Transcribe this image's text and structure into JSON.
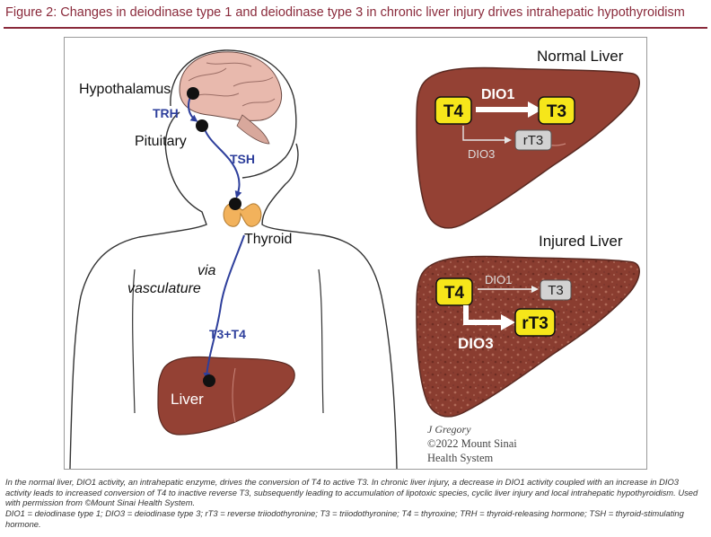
{
  "title": "Figure 2: Changes in deiodinase type 1 and deiodinase type 3 in chronic liver injury drives intrahepatic hypothyroidism",
  "body": {
    "hypothalamus": "Hypothalamus",
    "trh": "TRH",
    "pituitary": "Pituitary",
    "tsh": "TSH",
    "thyroid": "Thyroid",
    "via": "via",
    "vasculature": "vasculature",
    "t3_t4": "T3+T4",
    "liver": "Liver"
  },
  "normal_liver": {
    "heading": "Normal Liver",
    "t4": "T4",
    "dio1": "DIO1",
    "t3": "T3",
    "rt3": "rT3",
    "dio3": "DIO3"
  },
  "injured_liver": {
    "heading": "Injured Liver",
    "t4": "T4",
    "dio1": "DIO1",
    "t3": "T3",
    "rt3": "rT3",
    "dio3": "DIO3"
  },
  "credit": {
    "line1": "J Gregory",
    "line2": "©2022 Mount Sinai",
    "line3": "Health System"
  },
  "caption": {
    "paragraph1": "In the normal liver, DIO1 activity, an intrahepatic enzyme, drives the conversion of T4 to active T3. In chronic liver injury, a decrease in DIO1 activity coupled with an increase in DIO3 activity leads to increased conversion of T4 to inactive reverse T3, subsequently leading to accumulation of lipotoxic species, cyclic liver injury and local intrahepatic hypothyroidism. Used with permission from ©Mount Sinai Health System.",
    "paragraph2": "DIO1 = deiodinase type 1; DIO3 = deiodinase type 3; rT3 = reverse triiodothyronine; T3 = triiodothyronine; T4 = thyroxine; TRH = thyroid-releasing hormone; TSH = thyroid-stimulating hormone."
  },
  "colors": {
    "title": "#8a2a3b",
    "liver": "#944134",
    "hormone_box": "#f6e61a",
    "pathway_arrow": "#2e3f9c"
  }
}
